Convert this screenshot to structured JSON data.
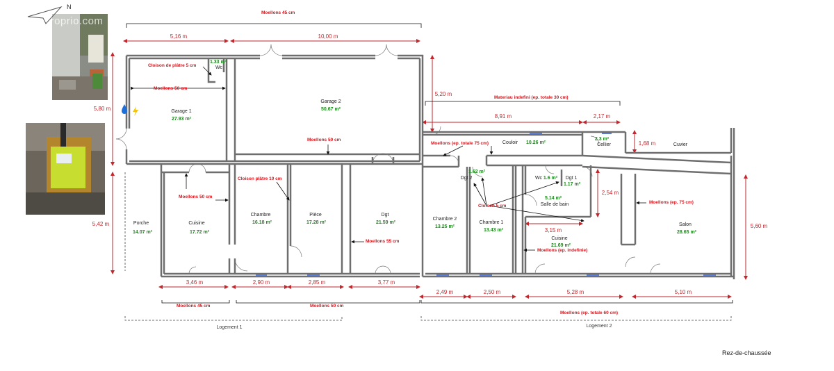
{
  "watermark": "© Etreproprio.com",
  "north_label": "N",
  "corner_label": "Rez-de-chaussée",
  "rooms": {
    "garage1": {
      "name": "Garage 1",
      "area": "27.93 m²"
    },
    "garage2": {
      "name": "Garage 2",
      "area": "50.67 m²"
    },
    "wc_garage": {
      "name": "Wc",
      "area": "1.33 m²"
    },
    "porche": {
      "name": "Porche",
      "area": "14.07 m²"
    },
    "cuisine1": {
      "name": "Cuisine",
      "area": "17.72 m²"
    },
    "chambre_a": {
      "name": "Chambre",
      "area": "16.18 m²"
    },
    "piece": {
      "name": "Pièce",
      "area": "17.28 m²"
    },
    "dgt": {
      "name": "Dgt",
      "area": "21.59 m²"
    },
    "couloir": {
      "name": "Couloir",
      "area": "10.26 m²"
    },
    "cellier": {
      "name": "Cellier",
      "area": "2.3 m²"
    },
    "cuvier": {
      "name": "Cuvier",
      "area": ""
    },
    "dgt2": {
      "name": "Dgt 2",
      "area": "1.62 m²"
    },
    "wc2": {
      "name": "Wc",
      "area": "1.6 m²"
    },
    "dgt1": {
      "name": "Dgt 1",
      "area": "1.17 m²"
    },
    "sdb": {
      "name": "Salle de bain",
      "area": "5.14 m²"
    },
    "chambre2": {
      "name": "Chambre 2",
      "area": "13.25 m²"
    },
    "chambre1": {
      "name": "Chambre 1",
      "area": "13.43 m²"
    },
    "cuisine2": {
      "name": "Cuisine",
      "area": "21.69 m²"
    },
    "salon": {
      "name": "Salon",
      "area": "28.65 m²"
    }
  },
  "dimensions": {
    "top_516": "5,16 m",
    "top_1000": "10,00 m",
    "left_580": "5,80 m",
    "left_542": "5,42 m",
    "mid_520": "5,20 m",
    "mid_891": "8,91 m",
    "mid_217": "2,17 m",
    "mid_168": "1,68 m",
    "mid_254": "2,54 m",
    "mid_315": "3,15 m",
    "right_560": "5,60 m",
    "bot_346": "3,46 m",
    "bot_290": "2,90 m",
    "bot_285": "2,85 m",
    "bot_377": "3,77 m",
    "bot_249": "2,49 m",
    "bot_250": "2,50 m",
    "bot_528": "5,28 m",
    "bot_510": "5,10 m"
  },
  "notes": {
    "moellons45_top": "Moellons 45 cm",
    "cloison_platre5": "Cloison de plâtre 5 cm",
    "moellons50_g1": "Moellons 50 cm",
    "moellons50_g2": "Moellons 50 cm",
    "moellons50_cuisine": "Moellons 50 cm",
    "cloison_platre10": "Cloison plâtre 10 cm",
    "moellons55": "Moellons 55 cm",
    "materiau_indefini": "Materiau indefini (ep. totale 30 cm)",
    "moellons_ep75_total": "Moellons (ep. totale 75 cm)",
    "cloison5": "Cloison 5 cm",
    "moellons_ep75": "Moellons (ep. 75 cm)",
    "moellons_indefinie": "Moellons (ep. indefinie)",
    "moellons45_bot": "Moellons 45 cm",
    "moellons50_bot": "Moellons 50 cm",
    "moellons60_total": "Moellons (ep. totale 60 cm)"
  },
  "logements": {
    "l1": "Logement 1",
    "l2": "Logement 2"
  },
  "colors": {
    "wall": "#6e6e6e",
    "dimension": "#c1272d",
    "note": "#d8141b",
    "area": "#1d8a1d",
    "window": "#5b7fd6"
  },
  "icons": [
    "compass-arrow-icon",
    "water-drop-icon",
    "electricity-icon"
  ]
}
